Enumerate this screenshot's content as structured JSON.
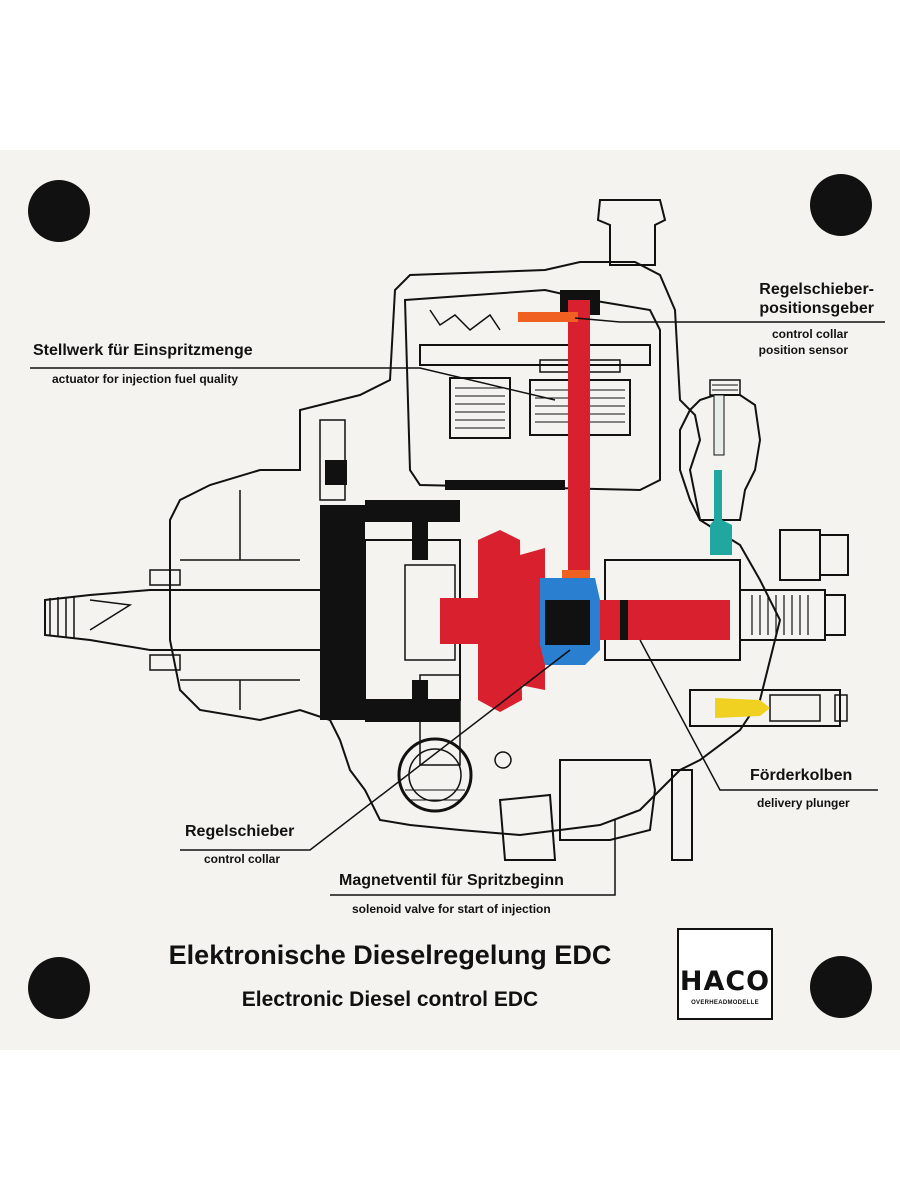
{
  "labels": {
    "actuator": {
      "de": "Stellwerk für Einspritzmenge",
      "en": "actuator for injection fuel quality"
    },
    "position_sensor": {
      "de_line1": "Regelschieber-",
      "de_line2": "positionsgeber",
      "en_line1": "control collar",
      "en_line2": "position sensor"
    },
    "delivery_plunger": {
      "de": "Förderkolben",
      "en": "delivery plunger"
    },
    "control_collar": {
      "de": "Regelschieber",
      "en": "control collar"
    },
    "solenoid_valve": {
      "de": "Magnetventil für Spritzbeginn",
      "en": "solenoid valve for start of injection"
    }
  },
  "title": {
    "de": "Elektronische Dieselregelung EDC",
    "en": "Electronic Diesel control EDC"
  },
  "logo": {
    "text": "HACO",
    "subtext": "OVERHEADMODELLE"
  },
  "colors": {
    "red": "#d8202e",
    "blue": "#2a7fd0",
    "teal": "#20a8a0",
    "orange": "#f06020",
    "yellow": "#f0d020",
    "black": "#111111",
    "panel": "#f4f3ef"
  }
}
